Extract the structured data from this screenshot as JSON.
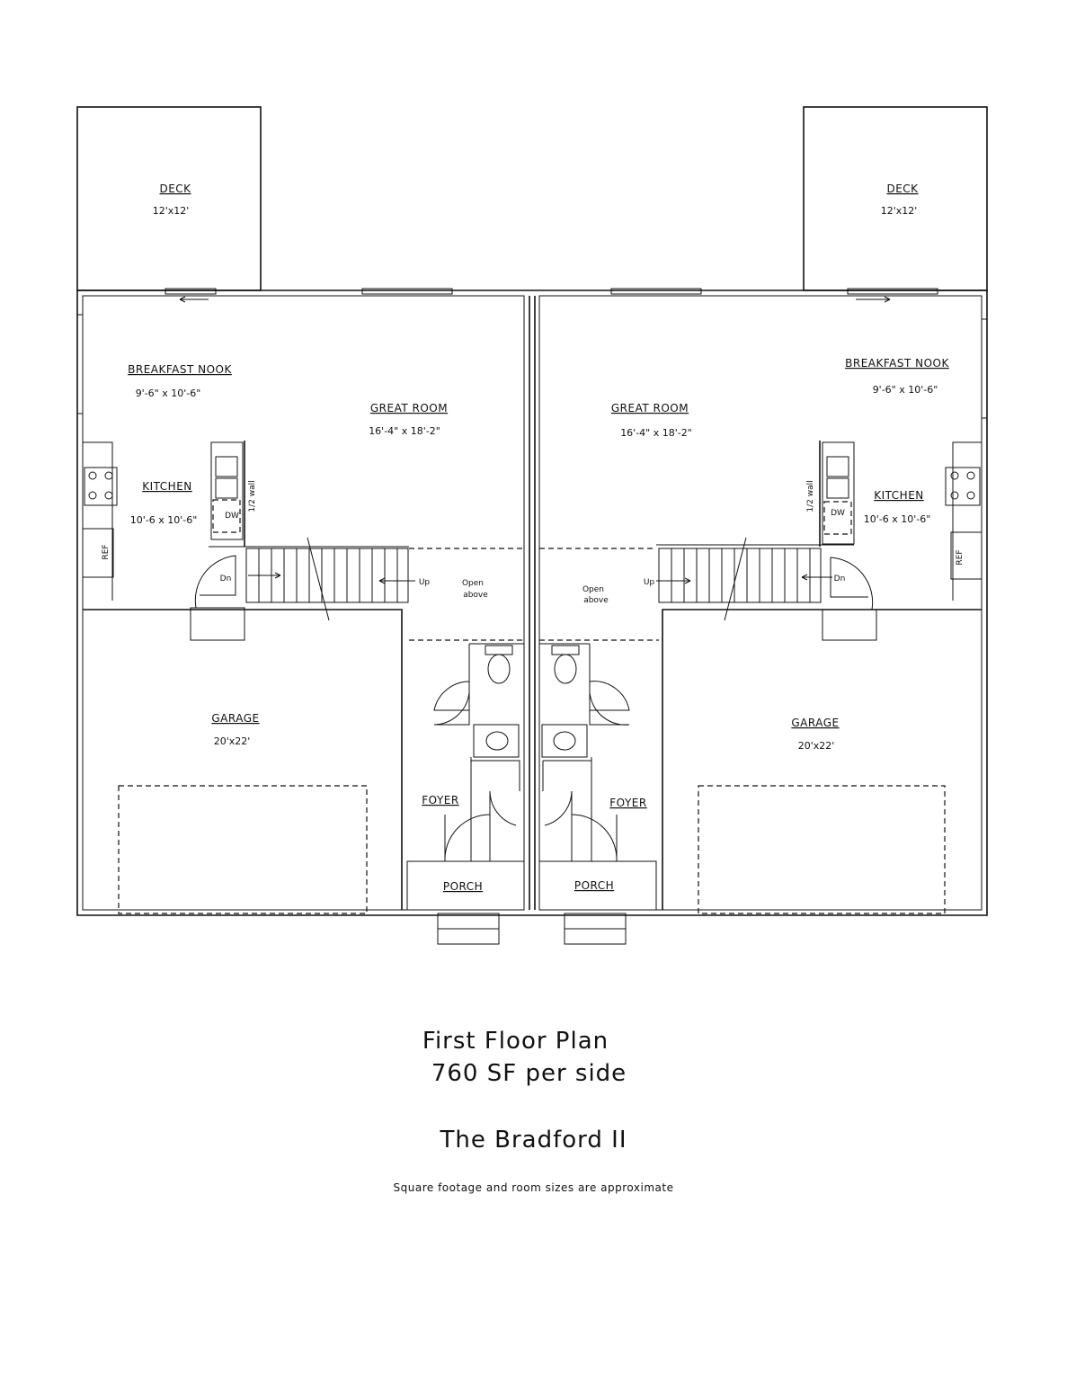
{
  "rooms": {
    "deck": {
      "name": "DECK",
      "size": "12'x12'"
    },
    "breakfast_nook": {
      "name": "BREAKFAST NOOK",
      "size": "9'-6\" x 10'-6\""
    },
    "great_room": {
      "name": "GREAT ROOM",
      "size": "16'-4\" x 18'-2\""
    },
    "kitchen": {
      "name": "KITCHEN",
      "size": "10'-6 x 10'-6\""
    },
    "garage": {
      "name": "GARAGE",
      "size": "20'x22'"
    },
    "foyer": {
      "name": "FOYER"
    },
    "porch": {
      "name": "PORCH"
    }
  },
  "annotations": {
    "dn": "Dn",
    "up": "Up",
    "open": "Open",
    "above": "above",
    "half_wall": "1/2 wall",
    "dw": "DW",
    "ref": "REF"
  },
  "title": {
    "line1": "First Floor Plan",
    "line2": "760 SF per side",
    "name": "The Bradford II",
    "note": "Square footage and room sizes are approximate"
  }
}
